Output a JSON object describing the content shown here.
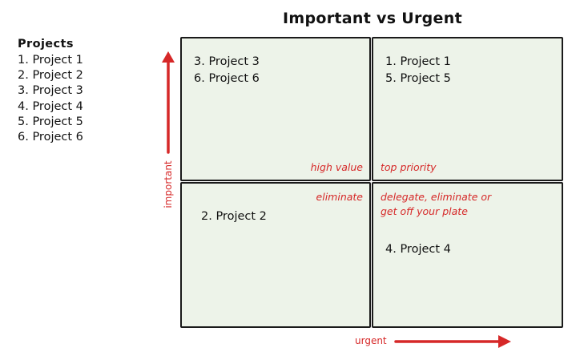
{
  "title": "Important vs Urgent",
  "projects": {
    "heading": "Projects",
    "items": [
      "1. Project 1",
      "2. Project 2",
      "3. Project 3",
      "4. Project 4",
      "5. Project 5",
      "6. Project 6"
    ]
  },
  "quadrants": {
    "top_left": {
      "label": "high value",
      "items": [
        "3. Project 3",
        "6. Project 6"
      ]
    },
    "top_right": {
      "label": "top priority",
      "items": [
        "1. Project 1",
        "5. Project 5"
      ]
    },
    "bottom_left": {
      "label": "eliminate",
      "items": [
        "2. Project 2"
      ]
    },
    "bottom_right": {
      "label_line1": "delegate, eliminate or",
      "label_line2": "get off your plate",
      "items": [
        "4. Project 4"
      ]
    }
  },
  "axes": {
    "y_label": "important",
    "x_label": "urgent"
  },
  "colors": {
    "accent": "#d62828",
    "quadrant_fill": "#edf3e9",
    "border": "#1a1a1a"
  }
}
